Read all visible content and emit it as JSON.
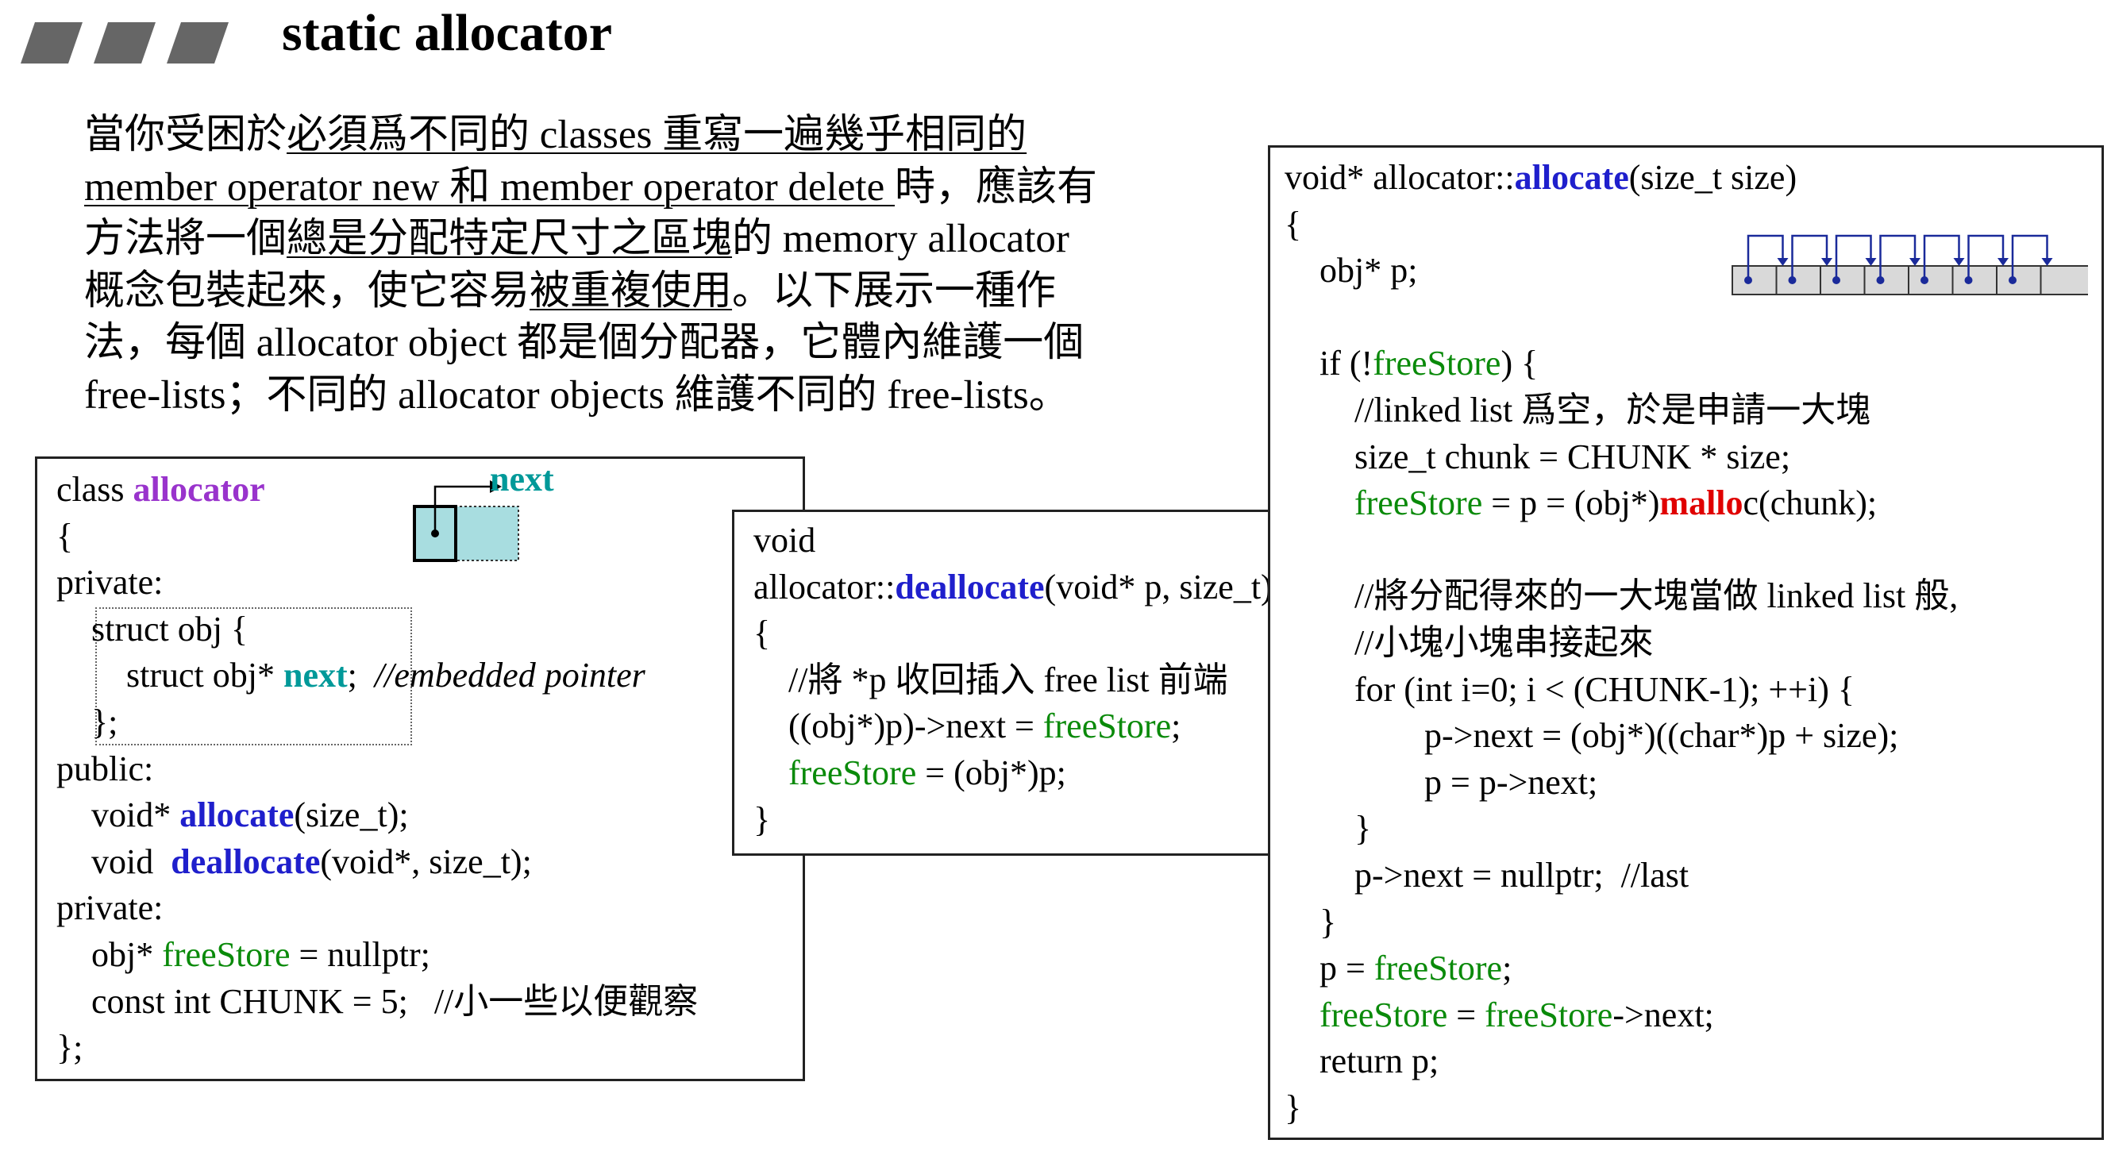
{
  "title": "static allocator",
  "intro": [
    [
      {
        "t": "當你受困於"
      },
      {
        "t": "必須爲不同的 classes 重寫一遍幾乎相同的",
        "u": true
      }
    ],
    [
      {
        "t": "member operator new 和 member operator delete ",
        "u": true
      },
      {
        "t": "時，應該有"
      }
    ],
    [
      {
        "t": "方法將一個"
      },
      {
        "t": "總是分配特定尺寸之區塊",
        "u": true
      },
      {
        "t": "的 memory allocator"
      }
    ],
    [
      {
        "t": "概念包裝起來，使它容易"
      },
      {
        "t": "被重複使用",
        "u": true
      },
      {
        "t": "。以下展示一種作"
      }
    ],
    [
      {
        "t": "法，每個 allocator object 都是個分配器，它體內維護一個"
      }
    ],
    [
      {
        "t": "free-lists；不同的 allocator objects 維護不同的 free-lists。"
      }
    ]
  ],
  "diagram_label": "next",
  "class_code": [
    [
      {
        "t": "class "
      },
      {
        "t": "allocator",
        "c": "purple"
      }
    ],
    [
      {
        "t": "{"
      }
    ],
    [
      {
        "t": "private:"
      }
    ],
    [
      {
        "t": "    struct obj {"
      }
    ],
    [
      {
        "t": "        struct obj* "
      },
      {
        "t": "next",
        "c": "teal"
      },
      {
        "t": ";  "
      },
      {
        "t": "//embedded pointer",
        "c": "it"
      }
    ],
    [
      {
        "t": "    };"
      }
    ],
    [
      {
        "t": "public:"
      }
    ],
    [
      {
        "t": "    void* "
      },
      {
        "t": "allocate",
        "c": "blue"
      },
      {
        "t": "(size_t);"
      }
    ],
    [
      {
        "t": "    void  "
      },
      {
        "t": "deallocate",
        "c": "blue"
      },
      {
        "t": "(void*, size_t);"
      }
    ],
    [
      {
        "t": "private:"
      }
    ],
    [
      {
        "t": "    obj* "
      },
      {
        "t": "freeStore",
        "c": "green"
      },
      {
        "t": " = nullptr;"
      }
    ],
    [
      {
        "t": "    const int CHUNK = 5;   //小一些以便觀察"
      }
    ],
    [
      {
        "t": "};"
      }
    ]
  ],
  "dealloc_code": [
    [
      {
        "t": "void"
      }
    ],
    [
      {
        "t": "allocator::"
      },
      {
        "t": "deallocate",
        "c": "blue"
      },
      {
        "t": "(void* p, size_t)"
      }
    ],
    [
      {
        "t": "{"
      }
    ],
    [
      {
        "t": "    //將 *p 收回插入 free list 前端"
      }
    ],
    [
      {
        "t": "    ((obj*)p)->next = "
      },
      {
        "t": "freeStore",
        "c": "green"
      },
      {
        "t": ";"
      }
    ],
    [
      {
        "t": "    "
      },
      {
        "t": "freeStore",
        "c": "green"
      },
      {
        "t": " = (obj*)p;"
      }
    ],
    [
      {
        "t": "}"
      }
    ]
  ],
  "alloc_code": [
    [
      {
        "t": "void* allocator::"
      },
      {
        "t": "allocate",
        "c": "blue"
      },
      {
        "t": "(size_t size)"
      }
    ],
    [
      {
        "t": "{"
      }
    ],
    [
      {
        "t": "    obj* p;"
      }
    ],
    [
      {
        "t": ""
      }
    ],
    [
      {
        "t": "    if (!"
      },
      {
        "t": "freeStore",
        "c": "green"
      },
      {
        "t": ") {"
      }
    ],
    [
      {
        "t": "        //linked list 爲空，於是申請一大塊"
      }
    ],
    [
      {
        "t": "        size_t chunk = CHUNK * size;"
      }
    ],
    [
      {
        "t": "        "
      },
      {
        "t": "freeStore",
        "c": "green"
      },
      {
        "t": " = p = (obj*)"
      },
      {
        "t": "mallo",
        "c": "red"
      },
      {
        "t": "c(chunk);"
      }
    ],
    [
      {
        "t": ""
      }
    ],
    [
      {
        "t": "        //將分配得來的一大塊當做 linked list 般,"
      }
    ],
    [
      {
        "t": "        //小塊小塊串接起來"
      }
    ],
    [
      {
        "t": "        for (int i=0; i < (CHUNK-1); ++i) {"
      }
    ],
    [
      {
        "t": "                p->next = (obj*)((char*)p + size);"
      }
    ],
    [
      {
        "t": "                p = p->next;"
      }
    ],
    [
      {
        "t": "        }"
      }
    ],
    [
      {
        "t": "        p->next = nullptr;  //last"
      }
    ],
    [
      {
        "t": "    }"
      }
    ],
    [
      {
        "t": "    p = "
      },
      {
        "t": "freeStore",
        "c": "green"
      },
      {
        "t": ";"
      }
    ],
    [
      {
        "t": "    "
      },
      {
        "t": "freeStore",
        "c": "green"
      },
      {
        "t": " = "
      },
      {
        "t": "freeStore",
        "c": "green"
      },
      {
        "t": "->next;"
      }
    ],
    [
      {
        "t": "    return p;"
      }
    ],
    [
      {
        "t": "}"
      }
    ]
  ],
  "colors": {
    "class_name": "#9933cc",
    "function_name": "#1f1fcc",
    "member_next": "#009999",
    "free_store": "#0a8a0a",
    "malloc": "#e00000",
    "node_fill": "#a8dde0",
    "list_fill": "#d9d9d9",
    "list_arrows": "#1a2a9a"
  }
}
